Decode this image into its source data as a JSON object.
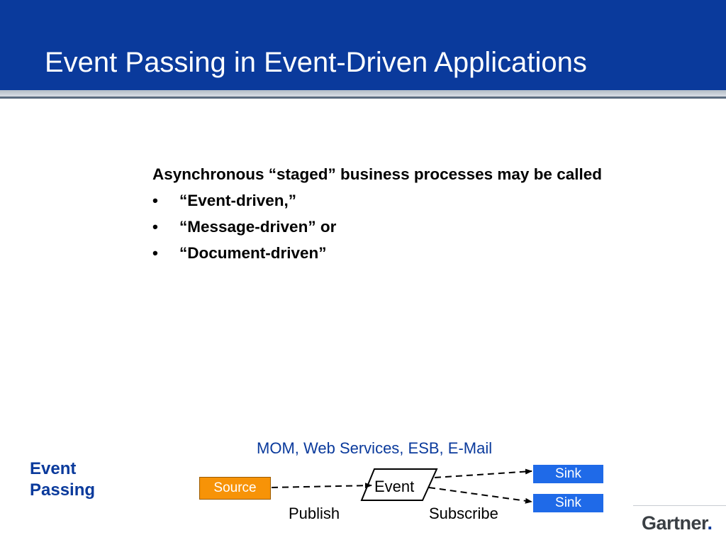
{
  "slide": {
    "title": "Event Passing in Event-Driven Applications"
  },
  "content": {
    "intro": "Asynchronous “staged” business processes may be called",
    "bullet_symbol": "•",
    "bullets": [
      "“Event-driven,”",
      "“Message-driven” or",
      "“Document-driven”"
    ]
  },
  "diagram": {
    "section_label_line1": "Event",
    "section_label_line2": "Passing",
    "channel_label": "MOM, Web Services, ESB, E-Mail",
    "source_label": "Source",
    "event_label": "Event",
    "sink_labels": [
      "Sink",
      "Sink"
    ],
    "publish_label": "Publish",
    "subscribe_label": "Subscribe"
  },
  "branding": {
    "logo_text": "Gartner",
    "logo_dot": "."
  },
  "colors": {
    "title_bar": "#0a3a9c",
    "accent_blue": "#0a3a9c",
    "source_orange": "#f79307",
    "sink_blue": "#1f6ae8"
  }
}
